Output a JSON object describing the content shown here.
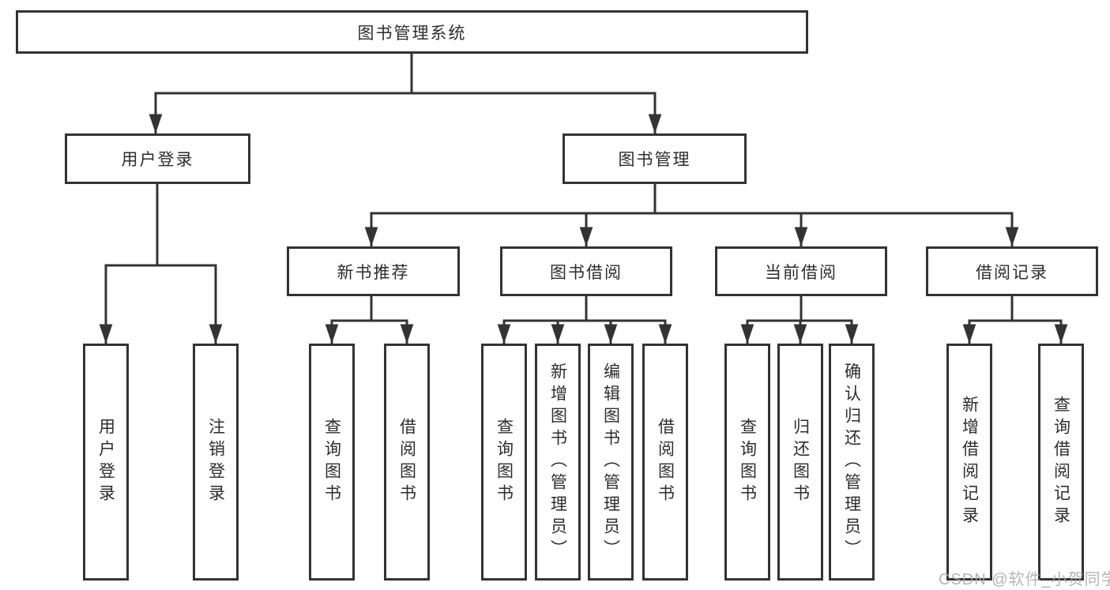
{
  "diagram": {
    "title": "图书管理系统",
    "branches": [
      {
        "label": "用户登录",
        "children": [
          "用户登录",
          "注销登录"
        ]
      },
      {
        "label": "图书管理",
        "modules": [
          {
            "label": "新书推荐",
            "children": [
              "查询图书",
              "借阅图书"
            ]
          },
          {
            "label": "图书借阅",
            "children": [
              "查询图书",
              "新增图书（管理员）",
              "编辑图书（管理员）",
              "借阅图书"
            ]
          },
          {
            "label": "当前借阅",
            "children": [
              "查询图书",
              "归还图书",
              "确认归还（管理员）"
            ]
          },
          {
            "label": "借阅记录",
            "children": [
              "新增借阅记录",
              "查询借阅记录"
            ]
          }
        ]
      }
    ]
  },
  "watermark": "CSDN @软件_小贺同学",
  "colors": {
    "line": "#333333",
    "text": "#2d2d2d",
    "background": "#ffffff",
    "watermark": "#a8a8a8"
  }
}
